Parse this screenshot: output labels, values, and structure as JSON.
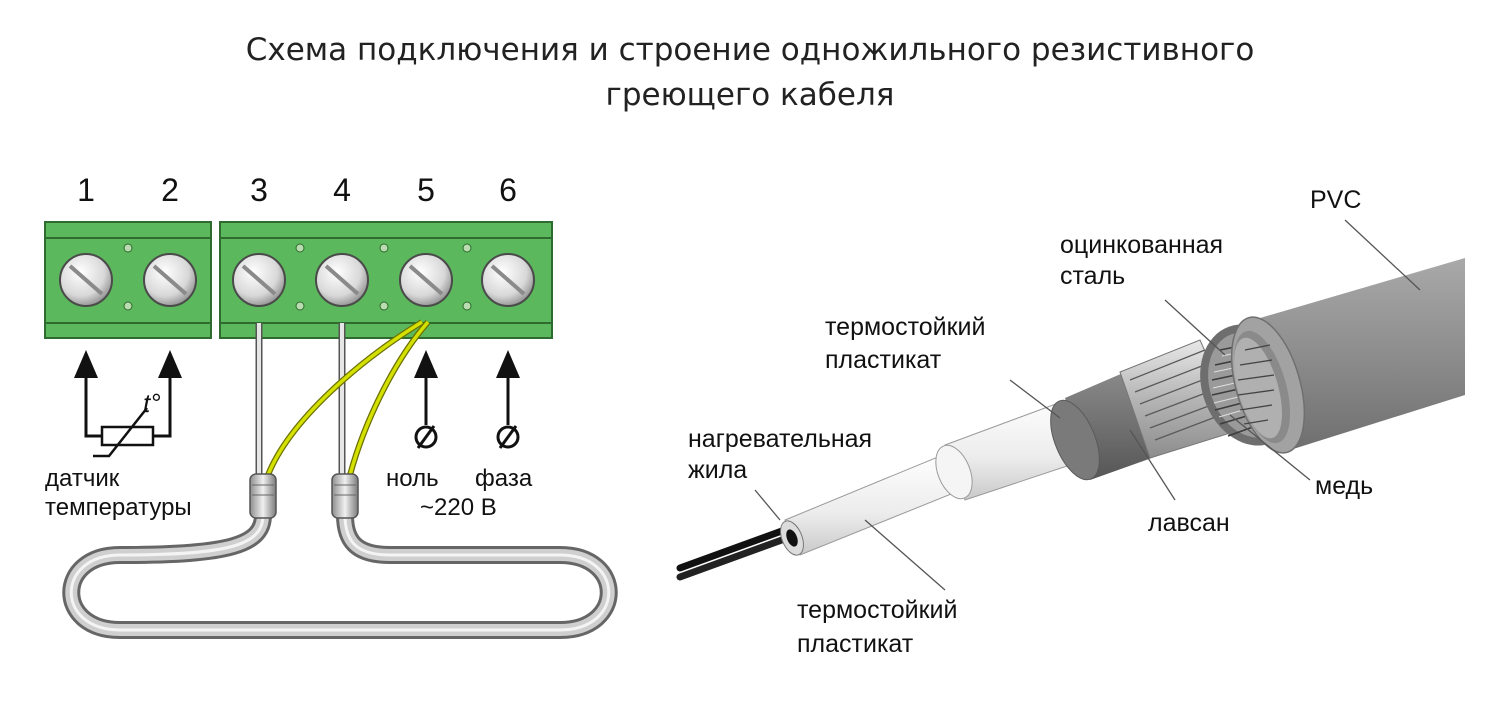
{
  "title": {
    "line1": "Схема подключения и строение одножильного резистивного",
    "line2": "греющего кабеля"
  },
  "terminal_block": {
    "terminal_numbers": [
      "1",
      "2",
      "3",
      "4",
      "5",
      "6"
    ],
    "sensor_symbol": "t°",
    "sensor_label": [
      "датчик",
      "температуры"
    ],
    "neutral_label": "ноль",
    "phase_label": "фаза",
    "voltage_label": "~220 В",
    "colors": {
      "block_green": "#5cb85c",
      "block_dark": "#2f6b2f",
      "earth_wire": "#c8d400",
      "cable_grey": "#b8b8b8"
    }
  },
  "cable_structure": {
    "layers": {
      "pvc": "PVC",
      "galvanized_steel": [
        "оцинкованная",
        "сталь"
      ],
      "heat_resistant_outer": [
        "термостойкий",
        "пластикат"
      ],
      "heating_core": [
        "нагревательная",
        "жила"
      ],
      "heat_resistant_inner": [
        "термостойкий",
        "пластикат"
      ],
      "lavsan": "лавсан",
      "copper": "медь"
    },
    "colors": {
      "pvc": "#8c8c8c",
      "inner_jacket": "#767676",
      "insulation": "#f2f2f2",
      "core": "#1a1a1a"
    }
  }
}
